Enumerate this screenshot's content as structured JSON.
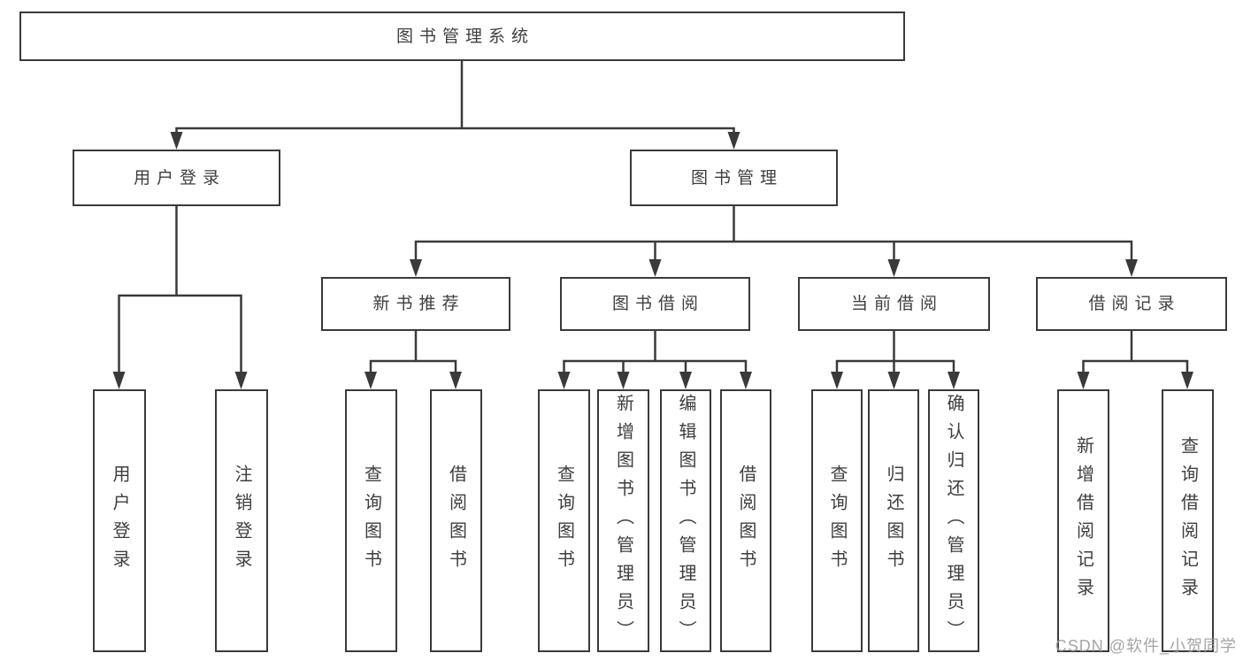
{
  "diagram": {
    "root": {
      "label": "图书管理系统"
    },
    "branches": [
      {
        "label": "用户登录"
      },
      {
        "label": "图书管理"
      }
    ],
    "sections": [
      {
        "label": "新书推荐"
      },
      {
        "label": "图书借阅"
      },
      {
        "label": "当前借阅"
      },
      {
        "label": "借阅记录"
      }
    ],
    "leaves": [
      {
        "label": "用户登录"
      },
      {
        "label": "注销登录"
      },
      {
        "label": "查询图书"
      },
      {
        "label": "借阅图书"
      },
      {
        "label": "查询图书"
      },
      {
        "label": "新增图书（管理员）"
      },
      {
        "label": "编辑图书（管理员）"
      },
      {
        "label": "借阅图书"
      },
      {
        "label": "查询图书"
      },
      {
        "label": "归还图书"
      },
      {
        "label": "确认归还（管理员）"
      },
      {
        "label": "新增借阅记录"
      },
      {
        "label": "查询借阅记录"
      }
    ]
  },
  "watermark": {
    "text": "CSDN @软件_小贺同学"
  },
  "colors": {
    "line": "#3a3a3a",
    "text": "#3e3e3e",
    "background": "#ffffff",
    "watermark": "#9b9b9b"
  }
}
